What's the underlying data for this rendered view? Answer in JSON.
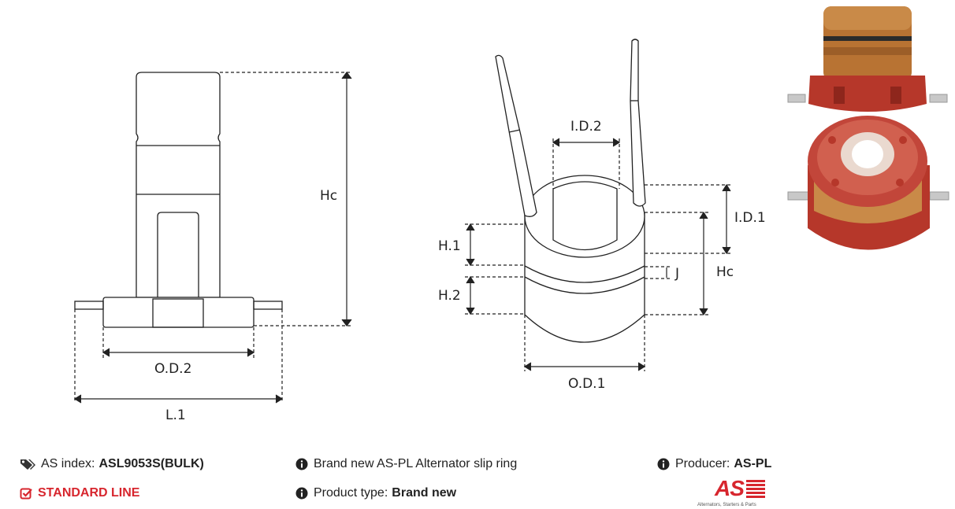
{
  "drawing_labels": {
    "hc_left": "Hc",
    "od2": "O.D.2",
    "l1": "L.1",
    "id2": "I.D.2",
    "id1": "I.D.1",
    "h1": "H.1",
    "h2": "H.2",
    "j": "J",
    "hc_right": "Hc",
    "od1": "O.D.1"
  },
  "info": {
    "as_index_label": "AS index:",
    "as_index_value": "ASL9053S(BULK)",
    "standard_line": "STANDARD LINE",
    "description": "Brand new AS-PL Alternator slip ring",
    "product_type_label": "Product type:",
    "product_type_value": "Brand new",
    "producer_label": "Producer:",
    "producer_value": "AS-PL"
  },
  "logo": {
    "mark": "AS",
    "tagline": "Alternators, Starters & Parts"
  },
  "colors": {
    "brand_red": "#d7262e",
    "copper": "#b87333",
    "housing_red": "#b6372a"
  }
}
